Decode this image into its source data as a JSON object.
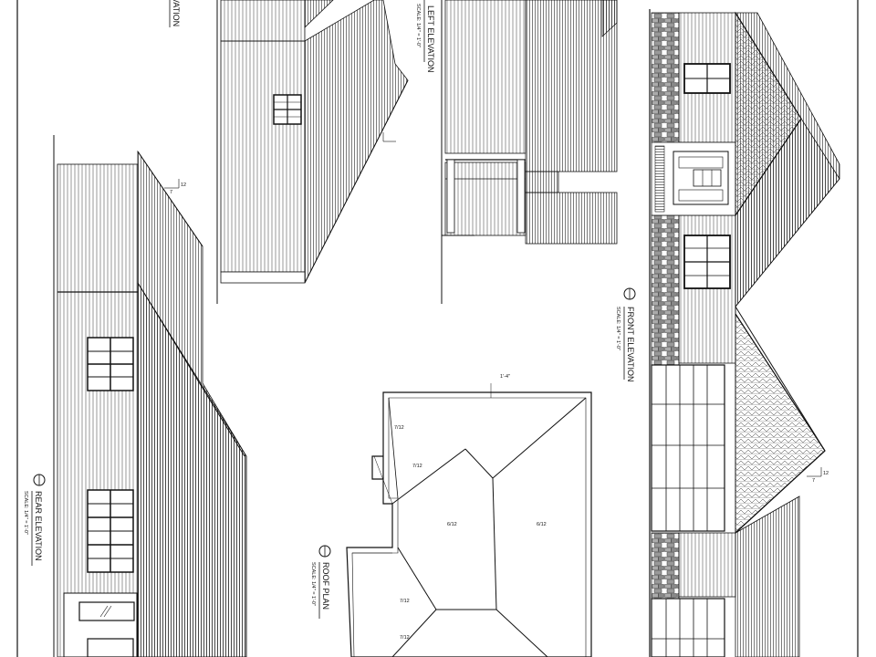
{
  "views": {
    "rear": {
      "title": "REAR ELEVATION",
      "scale": "SCALE: 1/4\" = 1'-0\""
    },
    "left": {
      "title": "LEFT ELEVATION",
      "scale": "SCALE: 1/4\" = 1'-0\""
    },
    "right": {
      "title": "ELEVATION"
    },
    "front": {
      "title": "FRONT ELEVATION",
      "scale": "SCALE: 1/4\" = 1'-0\""
    },
    "roof": {
      "title": "ROOF PLAN",
      "scale": "SCALE: 1/4\" = 1'-0\""
    }
  },
  "roof_pitches": {
    "run": "12",
    "rise": "7",
    "plan_labels": [
      "7/12",
      "7/12",
      "6/12",
      "6/12",
      "7/12",
      "7/12"
    ],
    "overhang": "1'-4\""
  },
  "colors": {
    "line": "#111111",
    "paper": "#ffffff"
  }
}
